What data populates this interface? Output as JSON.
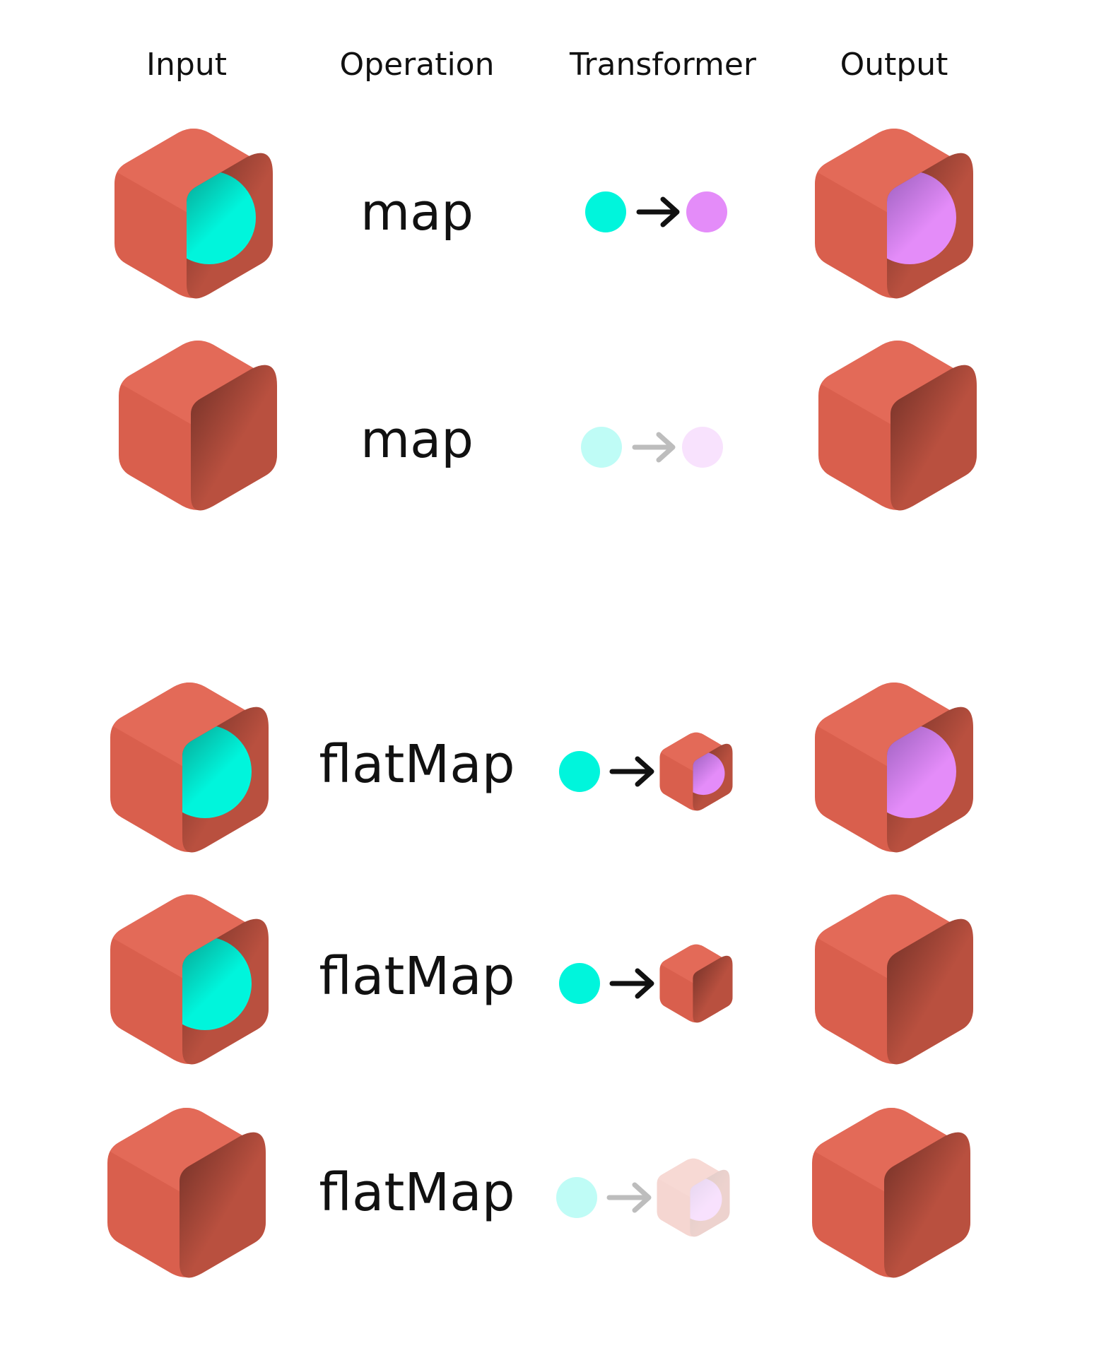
{
  "headers": {
    "input": "Input",
    "operation": "Operation",
    "transformer": "Transformer",
    "output": "Output"
  },
  "colors": {
    "box": "#d95f4d",
    "box_top": "#e36a58",
    "box_inner_dark": "#7a352b",
    "teal": "#00f5dc",
    "teal_dark": "#0a8f80",
    "purple": "#e48cf9",
    "purple_dark": "#8a55b0",
    "arrow": "#111111",
    "arrow_faded": "#bdbdbd"
  },
  "rows": [
    {
      "operation": "map",
      "input": "teal",
      "output": "purple",
      "transformer": "dot-to-dot",
      "faded": false
    },
    {
      "operation": "map",
      "input": "empty",
      "output": "empty",
      "transformer": "dot-to-dot",
      "faded": true
    },
    {
      "operation": "flatMap",
      "input": "teal",
      "output": "purple",
      "transformer": "dot-to-box-purple",
      "faded": false
    },
    {
      "operation": "flatMap",
      "input": "teal",
      "output": "empty",
      "transformer": "dot-to-box-empty",
      "faded": false
    },
    {
      "operation": "flatMap",
      "input": "empty",
      "output": "empty",
      "transformer": "dot-to-box-purple",
      "faded": true
    }
  ]
}
